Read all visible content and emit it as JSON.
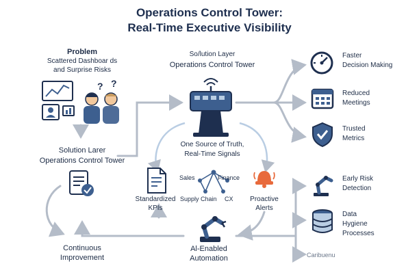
{
  "title": {
    "line1": "Operations Control Tower:",
    "line2": "Real-Time Executive Visibility"
  },
  "problem": {
    "heading": "Problem",
    "line1": "Scattered Dashboar ds",
    "line2": "and Surprise Risks"
  },
  "solution_left": {
    "line1": "Solution Larer",
    "line2": "Operations Control Tower"
  },
  "solution_top": {
    "line1": "So/lution Layer",
    "line2": "Operations Control Tower"
  },
  "center": {
    "line1": "One Source of Truth,",
    "line2": "Real-Time Signals",
    "nodes": [
      "Sales",
      "Finance",
      "Supply Chain",
      "CX"
    ]
  },
  "kpis": {
    "line1": "Standardized",
    "line2": "KPIs"
  },
  "alerts": {
    "line1": "Proactive",
    "line2": "Alerts"
  },
  "automation": {
    "line1": "Al-Enabled",
    "line2": "Automation"
  },
  "improvement": {
    "line1": "Continuous",
    "line2": "Improvement"
  },
  "outcomes": [
    {
      "line1": "Faster",
      "line2": "Decision Making",
      "icon": "speedometer-icon"
    },
    {
      "line1": "Reduced",
      "line2": "Meetings",
      "icon": "calendar-icon"
    },
    {
      "line1": "Trusted",
      "line2": "Metrics",
      "icon": "shield-check-icon"
    },
    {
      "line1": "Early Risk",
      "line2": "Detection",
      "icon": "robot-arm-icon"
    },
    {
      "line1": "Data",
      "line2": "Hygiene",
      "line3": "Processes",
      "icon": "database-icon"
    }
  ],
  "footer_text": "Caribuenu",
  "colors": {
    "navy": "#1e2f4f",
    "blue": "#3d5f8f",
    "light_blue": "#b9cde3",
    "arrow_gray": "#b4bcc8",
    "orange": "#e86a3c"
  }
}
